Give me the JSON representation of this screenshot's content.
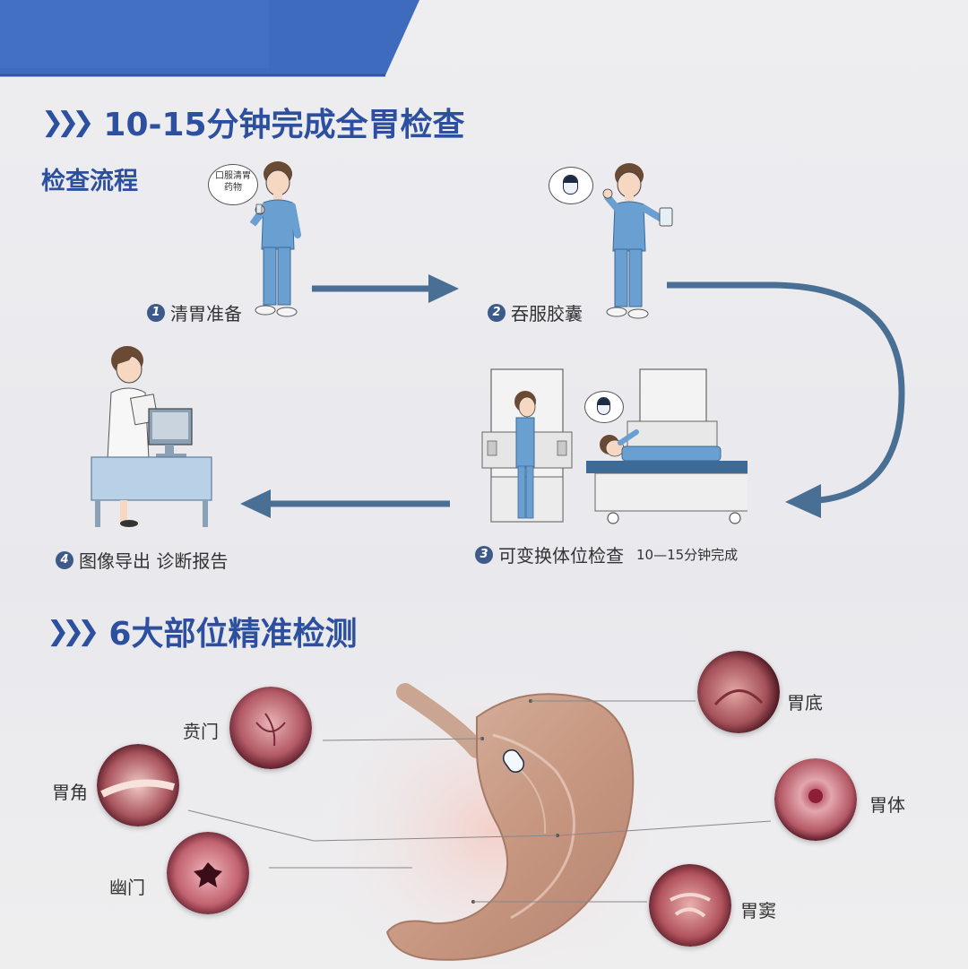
{
  "header": {
    "title1": "10-15分钟完成全胃检查",
    "subtitle": "检查流程",
    "title2": "6大部位精准检测"
  },
  "steps": [
    {
      "num": "1",
      "label": "清胃准备"
    },
    {
      "num": "2",
      "label": "吞服胶囊"
    },
    {
      "num": "3",
      "label": "可变换体位检查",
      "extra": "10—15分钟完成"
    },
    {
      "num": "4",
      "label": "图像导出  诊断报告"
    }
  ],
  "speech_bubble": {
    "line1": "口服清胃",
    "line2": "药物"
  },
  "parts": [
    {
      "label": "贲门"
    },
    {
      "label": "胃角"
    },
    {
      "label": "幽门"
    },
    {
      "label": "胃底"
    },
    {
      "label": "胃体"
    },
    {
      "label": "胃窦"
    }
  ],
  "colors": {
    "accent": "#2c4fa0",
    "arrow": "#4a6f94",
    "banner": "#3f6bbf",
    "scrubs": "#6a9fd2"
  }
}
